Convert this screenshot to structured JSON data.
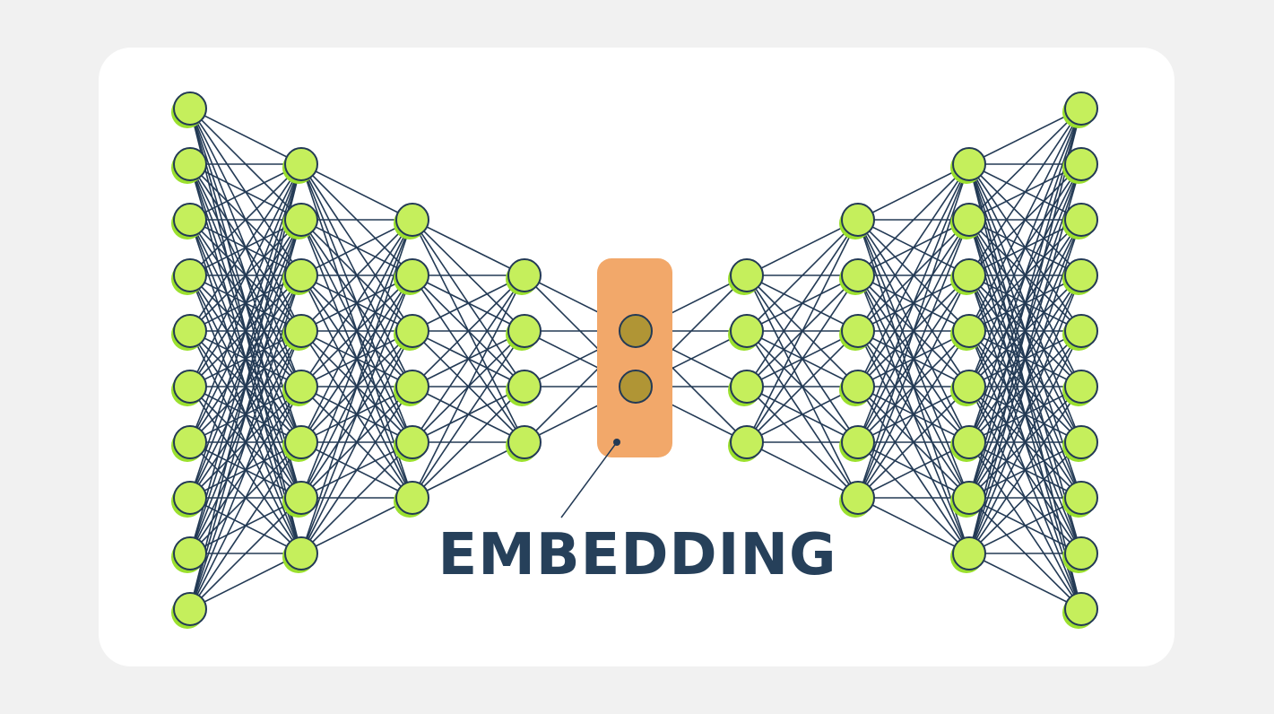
{
  "label": "EMBEDDING",
  "network": {
    "layer_sizes": [
      10,
      8,
      6,
      4,
      2,
      4,
      6,
      8,
      10
    ],
    "embedding_layer_index": 4
  },
  "colors": {
    "page_background": "#f1f1f1",
    "card_background": "#ffffff",
    "node_fill": "#c5ef5c",
    "node_shadow": "#9be02e",
    "node_stroke": "#233a55",
    "edge": "#233a55",
    "embedding_box": "#f2a86a",
    "embedding_node_fill": "#b09535",
    "label": "#26405a"
  }
}
